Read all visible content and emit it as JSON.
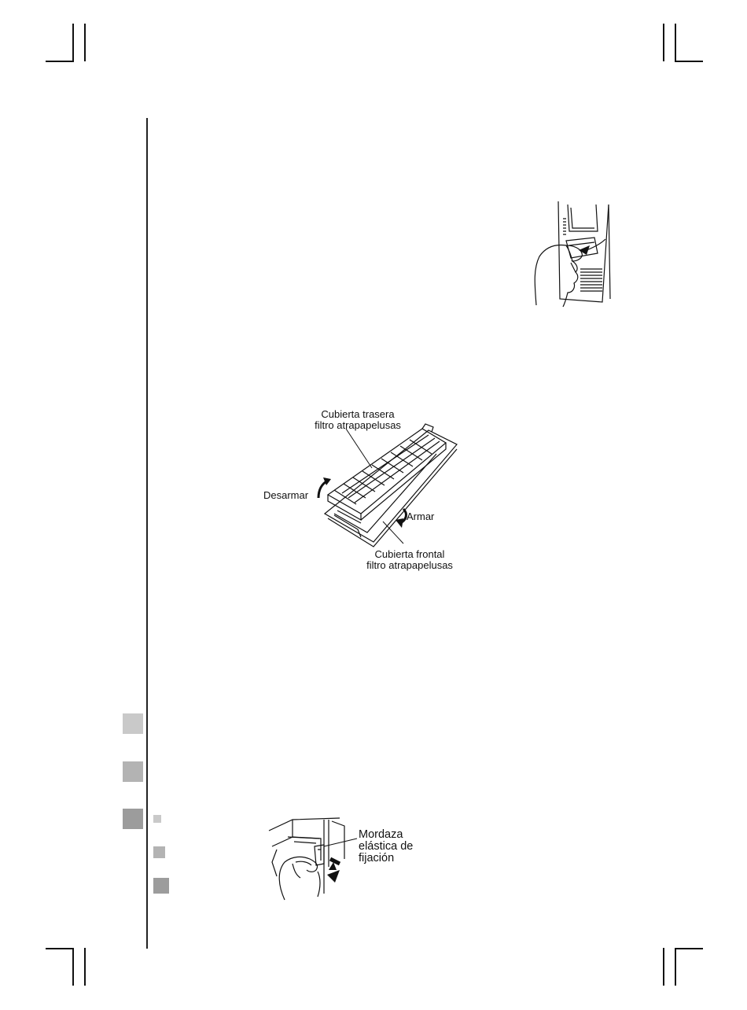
{
  "figures": {
    "lint_filter": {
      "rear_cover_line1": "Cubierta trasera",
      "rear_cover_line2": "filtro atrapapelusas",
      "disassemble": "Desarmar",
      "assemble": "Armar",
      "front_cover_line1": "Cubierta frontal",
      "front_cover_line2": "filtro atrapapelusas"
    },
    "clip": {
      "line1": "Mordaza",
      "line2": "elástica de",
      "line3": "fijación"
    }
  },
  "colors": {
    "square_light": "#c9c9c9",
    "square_mid": "#b3b3b3",
    "square_dark": "#9c9c9c",
    "ink": "#111111"
  }
}
